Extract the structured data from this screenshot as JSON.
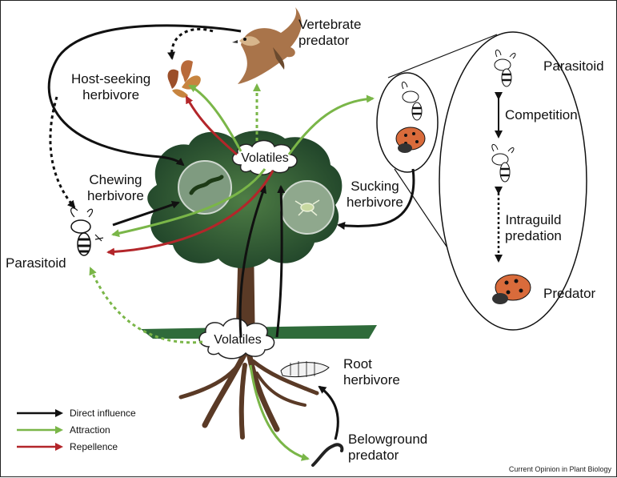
{
  "labels": {
    "vertebrate_predator": "Vertebrate\npredator",
    "host_seeking_herbivore": "Host-seeking\nherbivore",
    "chewing_herbivore": "Chewing\nherbivore",
    "sucking_herbivore": "Sucking\nherbivore",
    "parasitoid_left": "Parasitoid",
    "volatiles_top": "Volatiles",
    "volatiles_bottom": "Volatiles",
    "root_herbivore": "Root\nherbivore",
    "belowground_predator": "Belowground\npredator",
    "parasitoid_right": "Parasitoid",
    "competition": "Competition",
    "intraguild_predation": "Intraguild\npredation",
    "predator_right": "Predator"
  },
  "legend": [
    {
      "label": "Direct influence",
      "color": "#111111"
    },
    {
      "label": "Attraction",
      "color": "#7ab648"
    },
    {
      "label": "Repellence",
      "color": "#b3262a"
    }
  ],
  "colors": {
    "direct": "#111111",
    "attraction": "#7ab648",
    "repellence": "#b3262a",
    "foliage": "#2f5a33",
    "trunk": "#5a3a26",
    "ground": "#2f6b3a"
  },
  "credit": "Current Opinion in Plant Biology"
}
